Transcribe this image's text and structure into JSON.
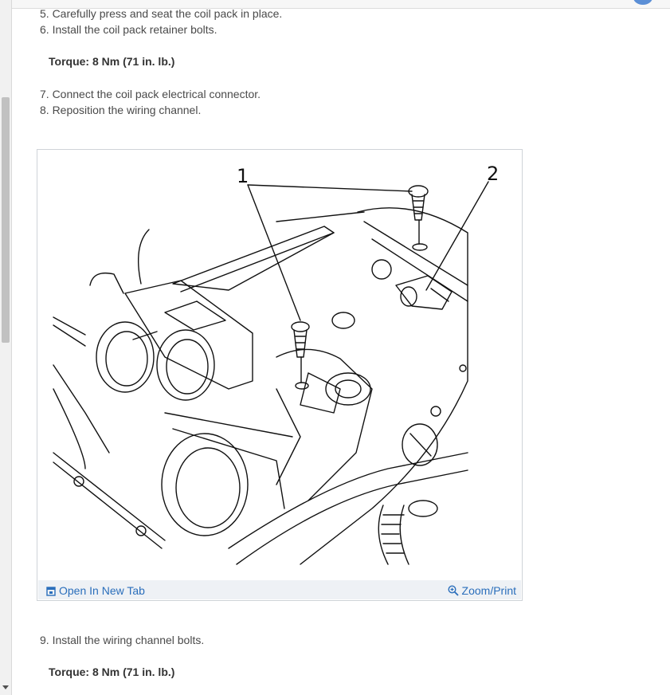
{
  "steps": {
    "s5": "5. Carefully press and seat the coil pack in place.",
    "s6": "6. Install the coil pack retainer bolts.",
    "torque1": "Torque: 8 Nm (71 in. lb.)",
    "s7": "7. Connect the coil pack electrical connector.",
    "s8": "8. Reposition the wiring channel.",
    "s9": "9. Install the wiring channel bolts.",
    "torque2": "Torque: 8 Nm (71 in. lb.)"
  },
  "figure": {
    "callout_1": "1",
    "callout_2": "2",
    "open_in_new_tab": "Open In New Tab",
    "zoom_print": "Zoom/Print",
    "link_color": "#2a6ebb"
  }
}
